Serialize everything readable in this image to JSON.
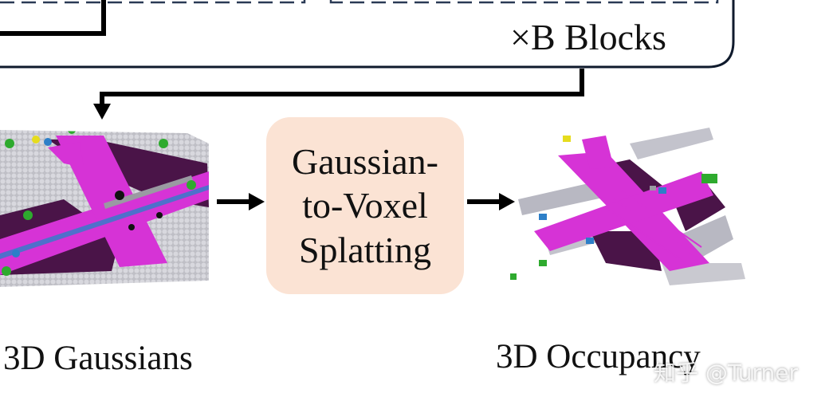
{
  "blocks_label": "×B Blocks",
  "splat_box": {
    "line1": "Gaussian-",
    "line2": "to-Voxel",
    "line3": "Splatting"
  },
  "gaussians_label": "3D Gaussians",
  "occupancy_label": "3D Occupancy",
  "watermark": "知乎 @Turner",
  "colors": {
    "road": "#d633d6",
    "ground_dark": "#4a1448",
    "gaussian_grey": "#c9c9cf",
    "splat_box_fill": "#fbe3d4",
    "car_blue": "#2d7fc8",
    "vegetation_green": "#2eaa2e",
    "sign_yellow": "#e6dc1e",
    "arrow": "#000000"
  }
}
